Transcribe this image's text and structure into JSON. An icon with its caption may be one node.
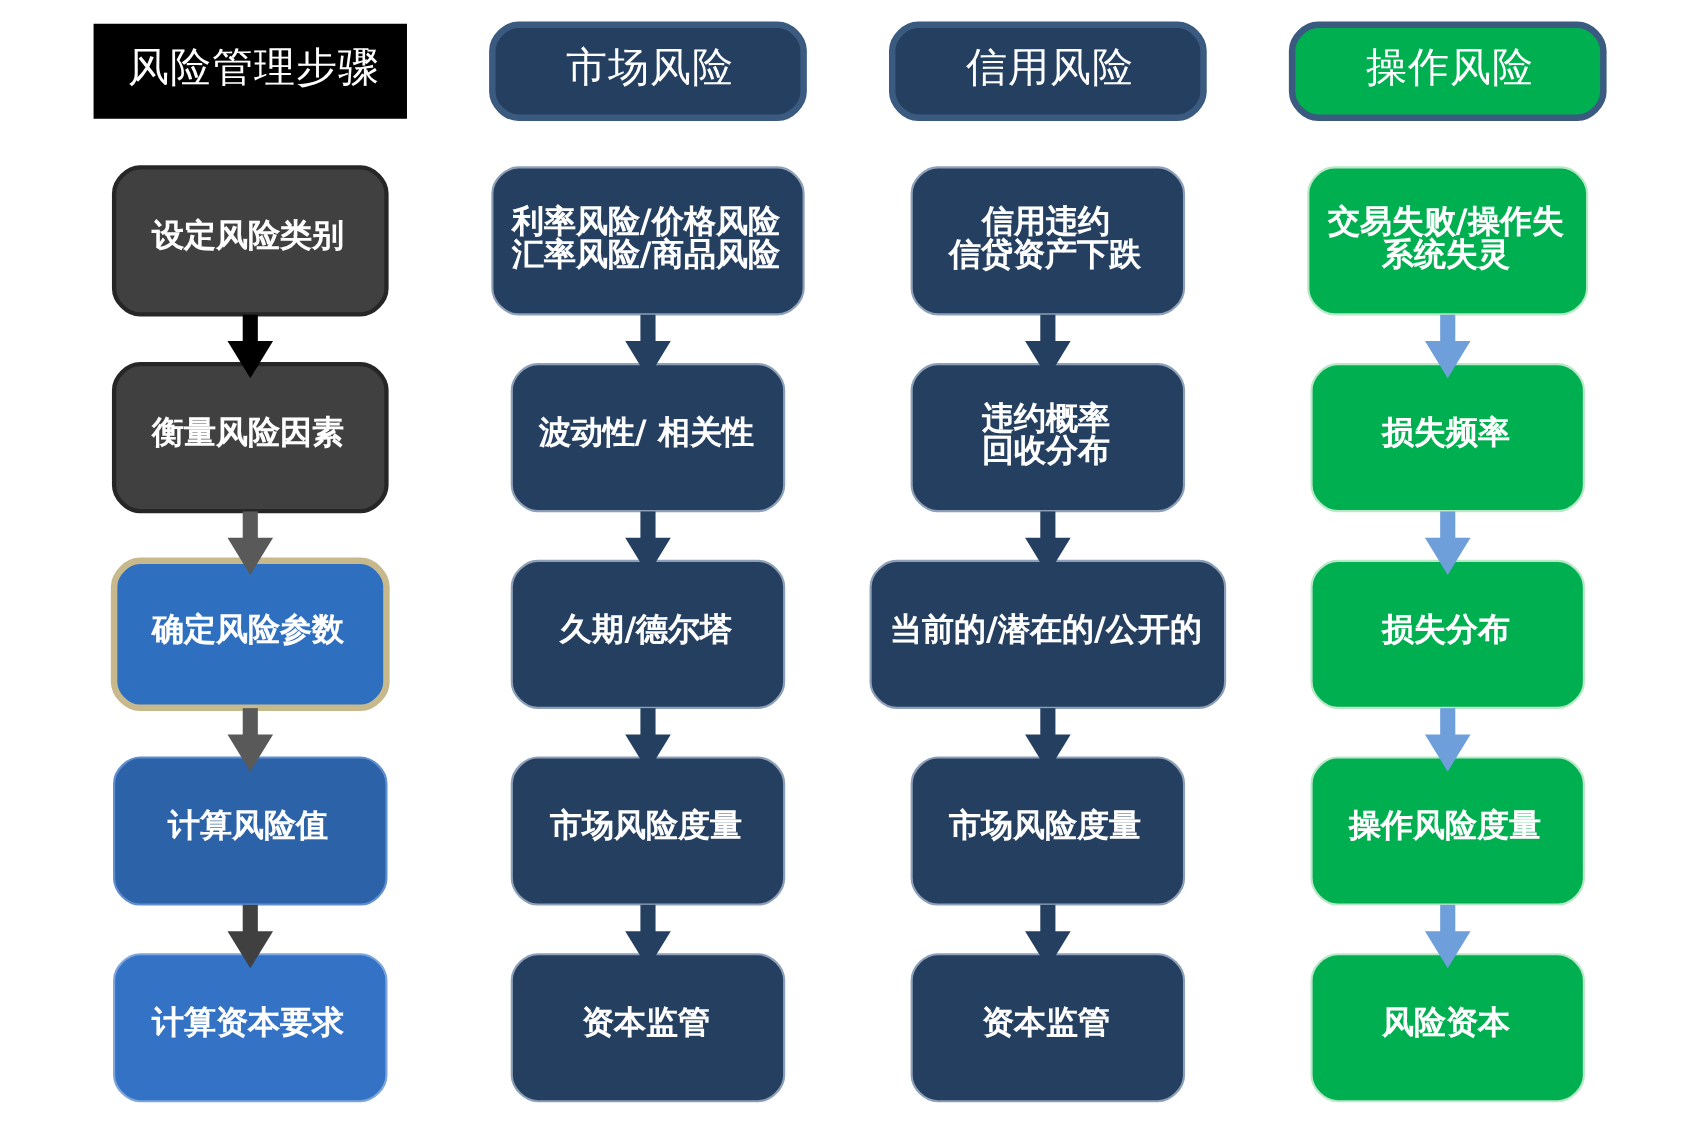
{
  "diagram": {
    "nodes": [
      {
        "text": [
          "风险管理步骤"
        ]
      },
      {
        "text": [
          "设定风险类别"
        ]
      },
      {
        "text": [
          "衡量风险因素"
        ]
      },
      {
        "text": [
          "确定风险参数"
        ]
      },
      {
        "text": [
          "计算风险值"
        ]
      },
      {
        "text": [
          "计算资本要求"
        ]
      },
      {
        "text": [
          "市场风险"
        ]
      },
      {
        "text": [
          "利率风险/价格风险",
          "汇率风险/商品风险"
        ]
      },
      {
        "text": [
          "波动性/ 相关性"
        ]
      },
      {
        "text": [
          "久期/德尔塔"
        ]
      },
      {
        "text": [
          "市场风险度量"
        ]
      },
      {
        "text": [
          "资本监管"
        ]
      },
      {
        "text": [
          "信用风险"
        ]
      },
      {
        "text": [
          "信用违约",
          "信贷资产下跌"
        ]
      },
      {
        "text": [
          "违约概率",
          "回收分布"
        ]
      },
      {
        "text": [
          "当前的/潜在的/公开的"
        ]
      },
      {
        "text": [
          "市场风险度量"
        ]
      },
      {
        "text": [
          "资本监管"
        ]
      },
      {
        "text": [
          "操作风险"
        ]
      },
      {
        "text": [
          "交易失败/操作失",
          "系统失灵"
        ]
      },
      {
        "text": [
          "损失频率"
        ]
      },
      {
        "text": [
          "损失分布"
        ]
      },
      {
        "text": [
          "操作风险度量"
        ]
      },
      {
        "text": [
          "风险资本"
        ]
      }
    ],
    "edges": [
      {
        "from": 1,
        "to": 2,
        "arrow": "to",
        "color": "#000000"
      },
      {
        "from": 2,
        "to": 3,
        "arrow": "to",
        "color": "#595959"
      },
      {
        "from": 3,
        "to": 4,
        "arrow": "to",
        "color": "#595959"
      },
      {
        "from": 4,
        "to": 5,
        "arrow": "to",
        "color": "#404040"
      },
      {
        "from": 7,
        "to": 8,
        "arrow": "to"
      },
      {
        "from": 8,
        "to": 9,
        "arrow": "to"
      },
      {
        "from": 9,
        "to": 10,
        "arrow": "to"
      },
      {
        "from": 10,
        "to": 11,
        "arrow": "to"
      },
      {
        "from": 13,
        "to": 14,
        "arrow": "to"
      },
      {
        "from": 14,
        "to": 15,
        "arrow": "to"
      },
      {
        "from": 15,
        "to": 16,
        "arrow": "to"
      },
      {
        "from": 16,
        "to": 17,
        "arrow": "to"
      },
      {
        "from": 19,
        "to": 20,
        "arrow": "to",
        "color": "#6f9fdb"
      },
      {
        "from": 20,
        "to": 21,
        "arrow": "to",
        "color": "#6f9fdb"
      },
      {
        "from": 21,
        "to": 22,
        "arrow": "to",
        "color": "#6f9fdb"
      },
      {
        "from": 22,
        "to": 23,
        "arrow": "to",
        "color": "#6f9fdb"
      }
    ]
  }
}
